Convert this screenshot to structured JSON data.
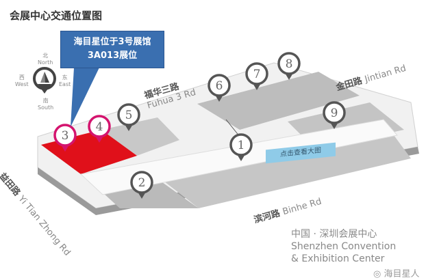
{
  "title": "会展中心交通位置图",
  "callout": {
    "line1": "海目星位于3号展馆",
    "line2": "3A013展位"
  },
  "compass": {
    "north_cn": "北",
    "north": "North",
    "south_cn": "南",
    "south": "South",
    "east_cn": "东",
    "east": "East",
    "west_cn": "西",
    "west": "West"
  },
  "roads": {
    "fuhua": {
      "cn": "福华三路",
      "en": "Fuhua 3 Rd"
    },
    "jintian": {
      "cn": "金田路",
      "en": "Jintian Rd"
    },
    "yitian": {
      "cn": "益田路",
      "en": "Yi Tian Zhong Rd"
    },
    "binhe": {
      "cn": "滨河路",
      "en": "Binhe Rd"
    }
  },
  "halls": [
    {
      "num": "1",
      "highlight": false
    },
    {
      "num": "2",
      "highlight": false
    },
    {
      "num": "3",
      "highlight": true
    },
    {
      "num": "4",
      "highlight": true
    },
    {
      "num": "5",
      "highlight": false
    },
    {
      "num": "6",
      "highlight": false
    },
    {
      "num": "7",
      "highlight": false
    },
    {
      "num": "8",
      "highlight": false
    },
    {
      "num": "9",
      "highlight": false
    }
  ],
  "view_large_button": "点击查看大图",
  "logo": {
    "cn": "中国 · 深圳会展中心",
    "en1": "Shenzhen Convention",
    "en2": "& Exhibition Center"
  },
  "watermark": "海目星人",
  "colors": {
    "highlight": "#e0101a",
    "pin_highlight": "#d4146e",
    "callout": "#3a6fb0"
  }
}
